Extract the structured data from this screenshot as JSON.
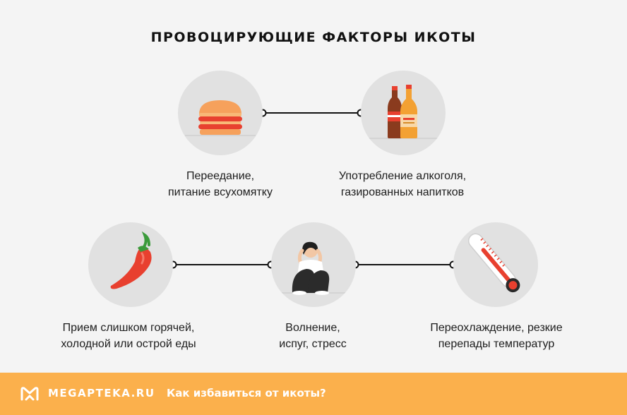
{
  "title": "ПРОВОЦИРУЮЩИЕ ФАКТОРЫ ИКОТЫ",
  "factors": [
    {
      "icon": "burger-icon",
      "line1": "Переедание,",
      "line2": "питание всухомятку"
    },
    {
      "icon": "bottles-icon",
      "line1": "Употребление алкоголя,",
      "line2": "газированных напитков"
    },
    {
      "icon": "chili-pepper-icon",
      "line1": "Прием слишком горячей,",
      "line2": "холодной или острой еды"
    },
    {
      "icon": "stressed-person-icon",
      "line1": "Волнение,",
      "line2": "испуг, стресс"
    },
    {
      "icon": "thermometer-icon",
      "line1": "Переохлаждение, резкие",
      "line2": "перепады температур"
    }
  ],
  "footer": {
    "brand": "MEGAPTEKA.RU",
    "link": "Как избавиться от икоты?"
  },
  "colors": {
    "background": "#f4f4f4",
    "circle": "#e1e1e1",
    "footer": "#fbb04c",
    "accent_red": "#e8402f"
  }
}
